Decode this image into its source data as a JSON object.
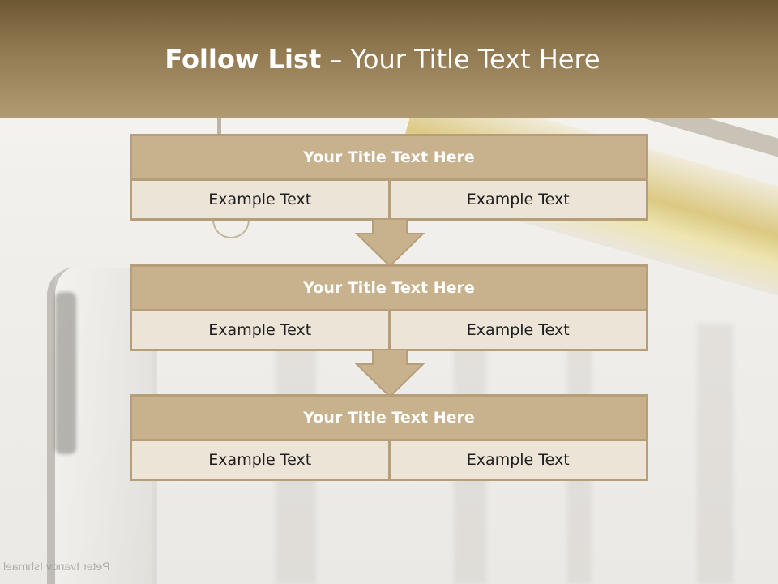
{
  "title": {
    "bold": "Follow List",
    "rest": " – Your Title Text Here"
  },
  "watermark": "Peter Ivanov Ishmael",
  "boxes": [
    {
      "title": "Your Title Text Here",
      "left": "Example Text",
      "right": "Example Text"
    },
    {
      "title": "Your Title Text Here",
      "left": "Example Text",
      "right": "Example Text"
    },
    {
      "title": "Your Title Text Here",
      "left": "Example Text",
      "right": "Example Text"
    }
  ],
  "colors": {
    "header": "#c8b28e",
    "border": "#b59e78",
    "cell": "#ede4d8",
    "titlebar": "#8f774f"
  },
  "icons": [
    "down-arrow-icon",
    "down-arrow-icon"
  ]
}
